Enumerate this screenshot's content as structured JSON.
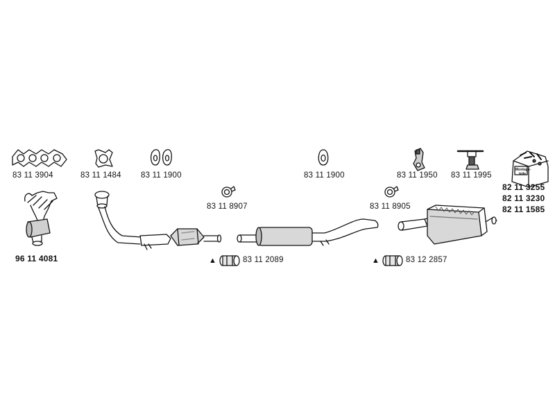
{
  "colors": {
    "line": "#111111",
    "part_fill": "#d9d9d9",
    "part_dark": "#8a8a8a",
    "background": "#ffffff"
  },
  "parts": {
    "gasket_manifold": "83 11 3904",
    "gasket_flange_square": "83 11 1484",
    "gasket_pair_1": "83 11 1900",
    "gasket_middle": "83 11 1900",
    "hanger_bracket": "83 11 1950",
    "hanger_rubber_strap": "83 11 1995",
    "clamp_ring_1": "83 11 8907",
    "clamp_ring_2": "83 11 8905",
    "clamp_sleeve_1": "83 11 2089",
    "clamp_sleeve_2": "83 12 2857",
    "manifold_catalyst": "96 11 4081",
    "kit_1": "82 11 3255",
    "kit_2": "82 11 3230",
    "kit_3": "82 11 1585"
  },
  "kit_box_label": "Montage-teile",
  "warning_symbol": "▲"
}
